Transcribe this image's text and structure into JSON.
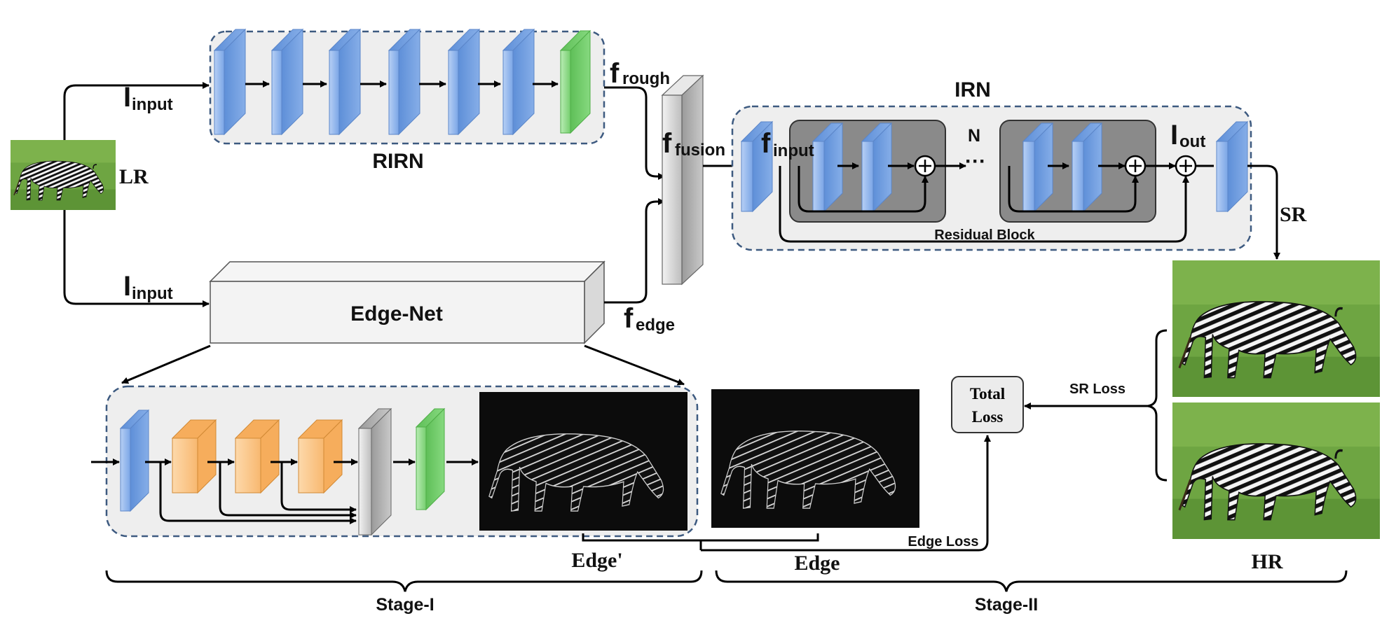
{
  "labels": {
    "lr": "LR",
    "input_top": {
      "main": "I",
      "sub": "input"
    },
    "input_bottom": {
      "main": "I",
      "sub": "input"
    },
    "rirn": "RIRN",
    "f_rough": {
      "main": "f",
      "sub": "rough"
    },
    "f_fusion": {
      "main": "f",
      "sub": "fusion"
    },
    "f_edge": {
      "main": "f",
      "sub": "edge"
    },
    "f_input": {
      "main": "f",
      "sub": "input"
    },
    "edge_net": "Edge-Net",
    "irn": "IRN",
    "n": "N",
    "ellipsis": "···",
    "i_out": {
      "main": "I",
      "sub": "out"
    },
    "residual_block": "Residual Block",
    "sr": "SR",
    "hr": "HR",
    "sr_loss": "SR Loss",
    "total_loss": [
      "Total",
      "Loss"
    ],
    "edge_loss": "Edge Loss",
    "edge_prime": "Edge'",
    "edge": "Edge",
    "stage_1": "Stage-I",
    "stage_2": "Stage-II"
  },
  "colors": {
    "blue_block": "#8fb4ea",
    "green_block": "#8fd98a",
    "orange_block": "#fbc98b",
    "gray_block": "#cfcfcf",
    "group_fill": "#eeeeee",
    "group_border": "#3d5a80",
    "residual_fill": "#8a8a8a",
    "grass": "#5f9a3a",
    "edge_map_bg": "#0c0c0c"
  },
  "icons": {
    "sum_node": "circle-plus-icon",
    "lr_image": "zebra-photo-image",
    "sr_image": "zebra-photo-image",
    "hr_image": "zebra-photo-image",
    "edge_map": "zebra-edge-map-image"
  }
}
